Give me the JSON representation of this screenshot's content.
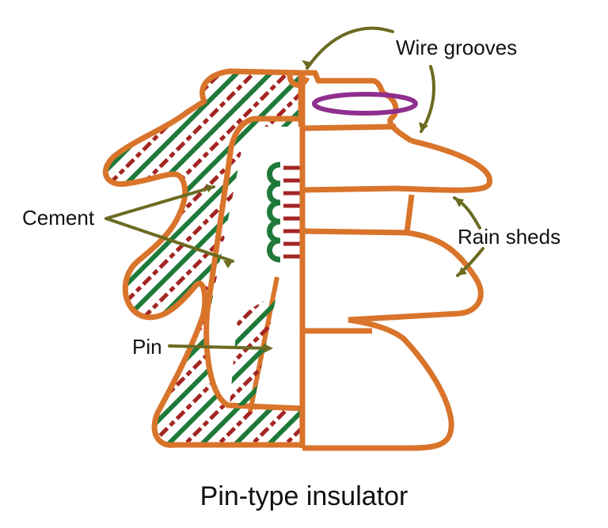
{
  "diagram": {
    "caption": "Pin-type insulator",
    "labels": {
      "wire_grooves": "Wire grooves",
      "cement": "Cement",
      "rain_sheds": "Rain sheds",
      "pin": "Pin"
    }
  },
  "colors": {
    "outline": "#d9742b",
    "cement_dashed": "#a32624",
    "cement_solid": "#1f7a3a",
    "wire_ring": "#8e2f8f",
    "leader": "#6b6b22",
    "text": "#111111",
    "background": "#ffffff"
  }
}
